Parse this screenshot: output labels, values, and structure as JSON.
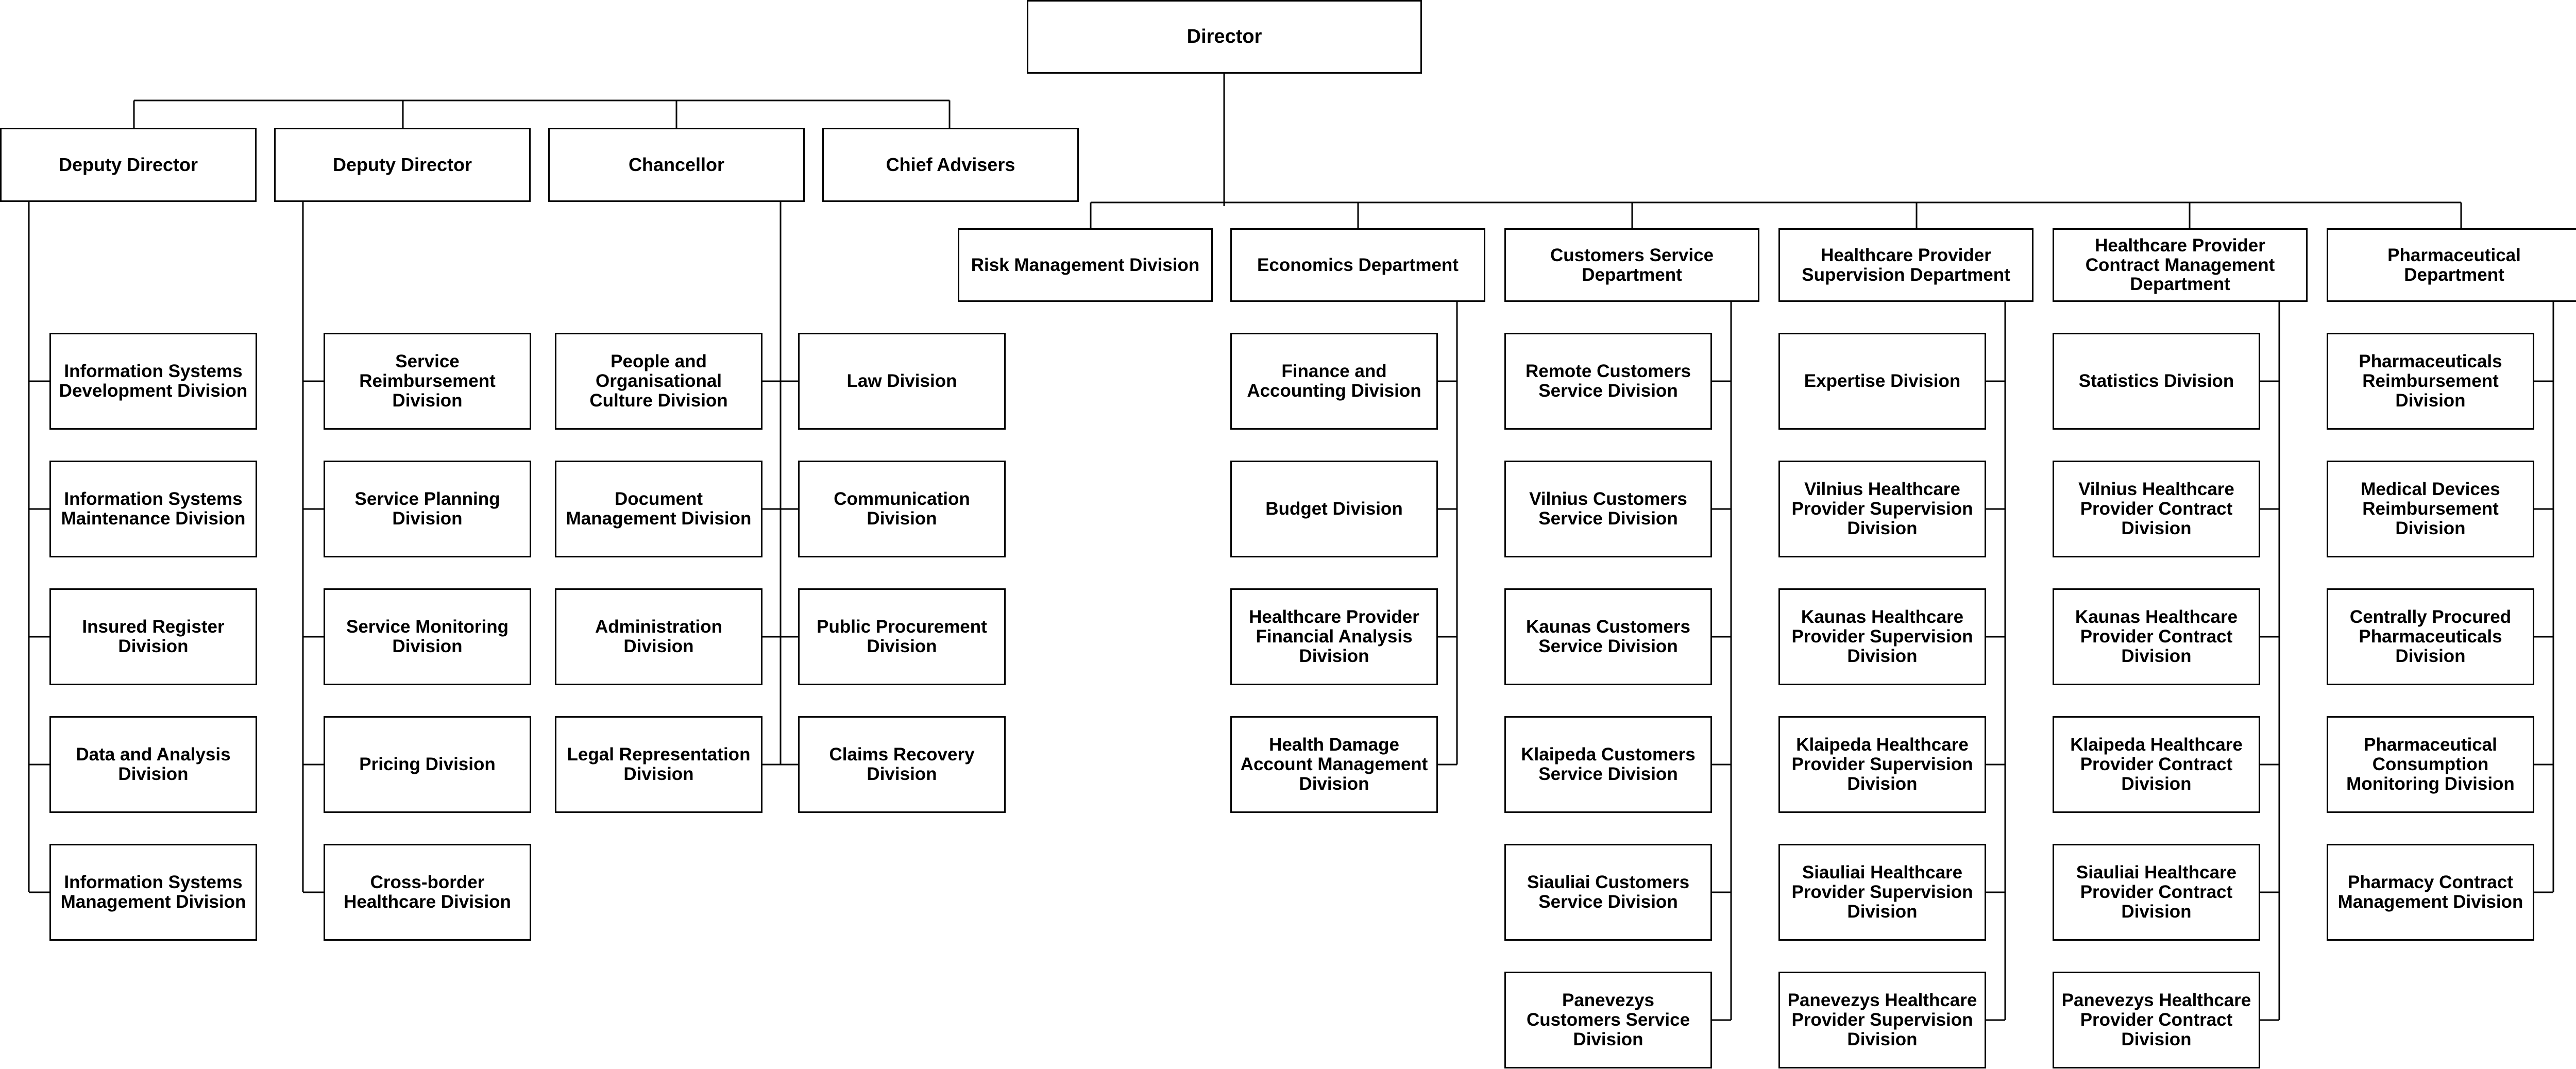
{
  "director": "Director",
  "top_units": {
    "deputy_director_1": "Deputy Director",
    "deputy_director_2": "Deputy Director",
    "chancellor": "Chancellor",
    "chief_advisers": "Chief Advisers"
  },
  "deputy_director_1_divisions": [
    "Information Systems Development Division",
    "Information Systems Maintenance Division",
    "Insured Register Division",
    "Data and Analysis Division",
    "Information Systems Management Division"
  ],
  "deputy_director_2_divisions": [
    "Service Reimbursement Division",
    "Service Planning Division",
    "Service Monitoring Division",
    "Pricing Division",
    "Cross-border Healthcare Division"
  ],
  "chancellor_divisions_left": [
    "People and Organisational Culture Division",
    "Document Management Division",
    "Administration Division",
    "Legal Representation Division"
  ],
  "chancellor_divisions_right": [
    "Law Division",
    "Communication Division",
    "Public Procurement Division",
    "Claims Recovery Division"
  ],
  "departments": [
    {
      "name": "Risk Management Division",
      "divisions": []
    },
    {
      "name": "Economics Department",
      "divisions": [
        "Finance and Accounting Division",
        "Budget Division",
        "Healthcare Provider Financial Analysis Division",
        "Health Damage Account Management Division"
      ]
    },
    {
      "name": "Customers Service Department",
      "divisions": [
        "Remote Customers Service Division",
        "Vilnius Customers Service Division",
        "Kaunas Customers Service Division",
        "Klaipeda Customers Service Division",
        "Siauliai Customers Service Division",
        "Panevezys Customers Service Division"
      ]
    },
    {
      "name": "Healthcare Provider Supervision Department",
      "divisions": [
        "Expertise Division",
        "Vilnius Healthcare Provider Supervision Division",
        "Kaunas Healthcare Provider Supervision Division",
        "Klaipeda Healthcare Provider Supervision Division",
        "Siauliai Healthcare Provider Supervision Division",
        "Panevezys Healthcare Provider Supervision Division"
      ]
    },
    {
      "name": "Healthcare Provider Contract Management Department",
      "divisions": [
        "Statistics Division",
        "Vilnius Healthcare Provider Contract Division",
        "Kaunas Healthcare Provider Contract Division",
        "Klaipeda Healthcare Provider Contract Division",
        "Siauliai Healthcare Provider Contract Division",
        "Panevezys Healthcare Provider Contract Division"
      ]
    },
    {
      "name": "Pharmaceutical Department",
      "divisions": [
        "Pharmaceuticals Reimbursement Division",
        "Medical Devices Reimbursement Division",
        "Centrally Procured Pharmaceuticals Division",
        "Pharmaceutical Consumption Monitoring Division",
        "Pharmacy Contract Management Division"
      ]
    }
  ],
  "colors": {
    "line": "#000000",
    "box_border": "#000000",
    "box_fill": "#ffffff",
    "text": "#000000"
  }
}
